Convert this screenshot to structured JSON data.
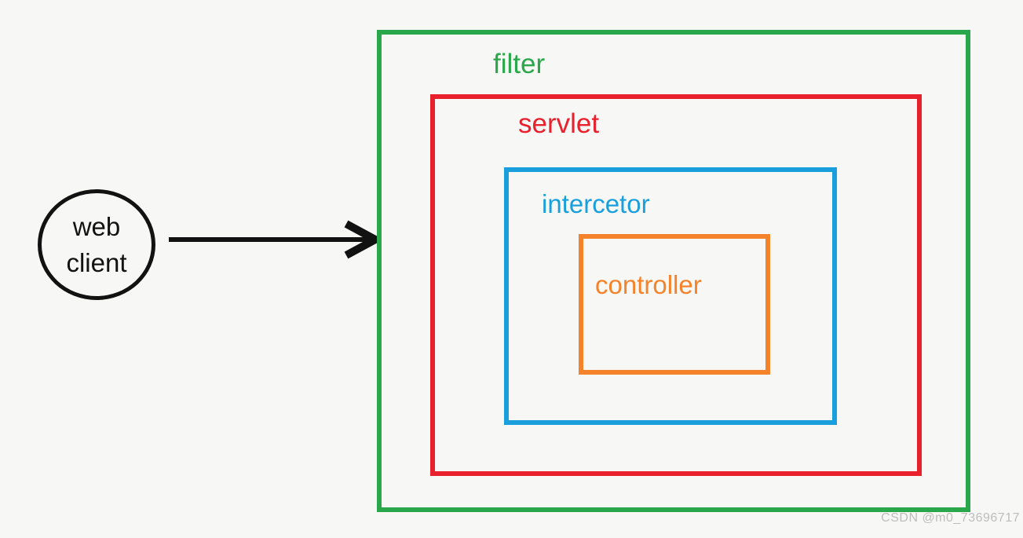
{
  "diagram": {
    "client": {
      "label_line1": "web",
      "label_line2": "client",
      "color": "#121212"
    },
    "arrow": {
      "direction": "right",
      "color": "#121212"
    },
    "boxes": [
      {
        "id": "filter",
        "label": "filter",
        "color": "#2aa74b"
      },
      {
        "id": "servlet",
        "label": "servlet",
        "color": "#e8212d"
      },
      {
        "id": "intercetor",
        "label": "intercetor",
        "color": "#199fdc"
      },
      {
        "id": "controller",
        "label": "controller",
        "color": "#f5832b"
      }
    ],
    "canvas_background": "#f7f7f5"
  },
  "watermark": {
    "text": "CSDN @m0_73696717",
    "color": "#bdbdbd"
  }
}
